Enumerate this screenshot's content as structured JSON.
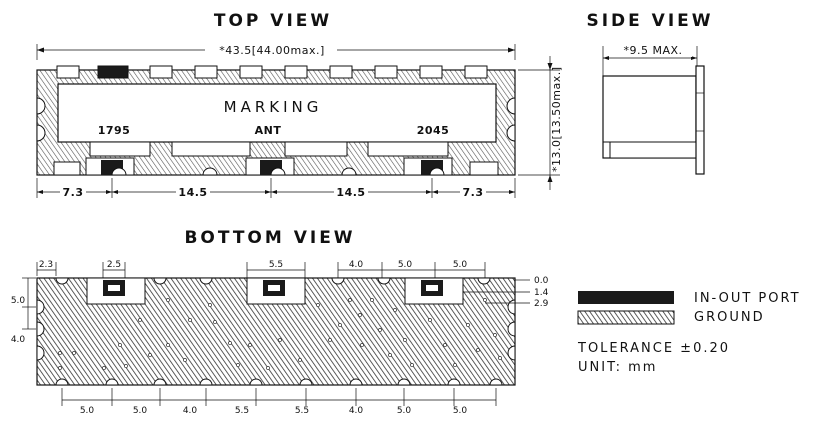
{
  "top_view": {
    "title": "TOP VIEW",
    "overall_dim": "*43.5[44.00max.]",
    "height_dim": "*13.0[13.50max.]",
    "marking": "MARKING",
    "label_left": "1795",
    "label_center": "ANT",
    "label_right": "2045",
    "bottom_dims": [
      "7.3",
      "14.5",
      "14.5",
      "7.3"
    ]
  },
  "side_view": {
    "title": "SIDE VIEW",
    "width_dim": "*9.5 MAX."
  },
  "bottom_view": {
    "title": "BOTTOM VIEW",
    "top_dims": [
      "2.3",
      "2.5",
      "5.5",
      "4.0",
      "5.0",
      "5.0"
    ],
    "left_dims": [
      "5.0",
      "4.0"
    ],
    "right_dims": [
      "0.0",
      "1.4",
      "2.9"
    ],
    "bottom_dims": [
      "5.0",
      "5.0",
      "4.0",
      "5.5",
      "5.5",
      "4.0",
      "5.0",
      "5.0"
    ]
  },
  "legend": {
    "inout": "IN-OUT PORT",
    "ground": "GROUND",
    "tolerance": "TOLERANCE ±0.20",
    "unit": "UNIT: mm"
  },
  "colors": {
    "ink": "#111111",
    "port": "#1a1a1a",
    "background": "#ffffff"
  }
}
